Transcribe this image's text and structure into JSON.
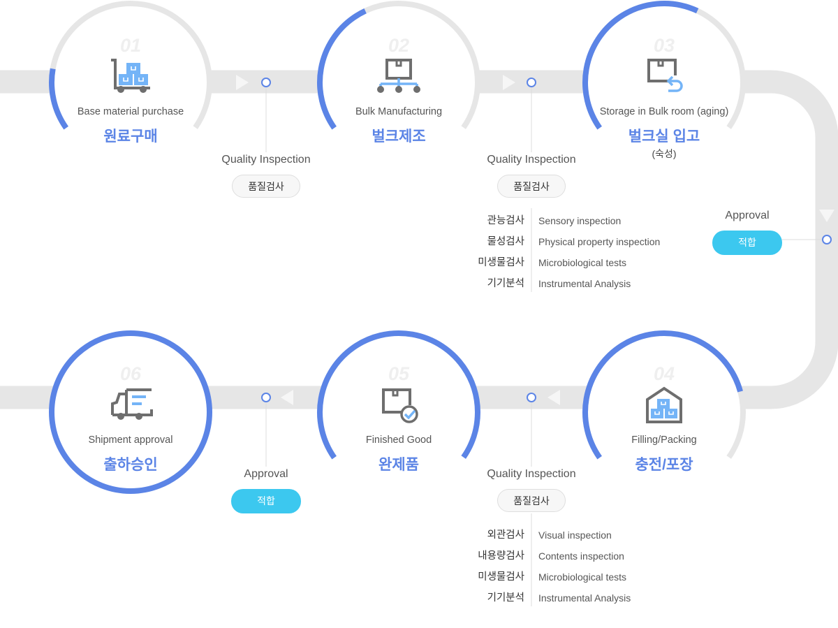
{
  "colors": {
    "accent": "#5b84e6",
    "track": "#e6e6e6",
    "approval": "#3cc8ef",
    "icon_gray": "#6e6e6e",
    "icon_blue": "#74b4f7"
  },
  "steps": [
    {
      "num": "01",
      "en": "Base material purchase",
      "ko": "원료구매",
      "sub": "",
      "icon": "cart-boxes-icon",
      "progress": 0.18
    },
    {
      "num": "02",
      "en": "Bulk Manufacturing",
      "ko": "벌크제조",
      "sub": "",
      "icon": "box-distribution-icon",
      "progress": 0.4
    },
    {
      "num": "03",
      "en": "Storage in Bulk room (aging)",
      "ko": "벌크실 입고",
      "sub": "(숙성)",
      "icon": "box-return-icon",
      "progress": 0.6
    },
    {
      "num": "04",
      "en": "Filling/Packing",
      "ko": "충전/포장",
      "sub": "",
      "icon": "warehouse-icon",
      "progress": 0.8
    },
    {
      "num": "05",
      "en": "Finished Good",
      "ko": "완제품",
      "sub": "",
      "icon": "box-check-icon",
      "progress": 1.0
    },
    {
      "num": "06",
      "en": "Shipment approval",
      "ko": "출하승인",
      "sub": "",
      "icon": "truck-icon",
      "progress": 1.0
    }
  ],
  "checkpoints": [
    {
      "label": "Quality Inspection",
      "badge": "품질검사"
    },
    {
      "label": "Quality Inspection",
      "badge": "품질검사",
      "tests": [
        {
          "ko": "관능검사",
          "en": "Sensory inspection"
        },
        {
          "ko": "물성검사",
          "en": "Physical property inspection"
        },
        {
          "ko": "미생물검사",
          "en": "Microbiological tests"
        },
        {
          "ko": "기기분석",
          "en": "Instrumental Analysis"
        }
      ]
    },
    {
      "label": "Approval",
      "badge": "적합"
    },
    {
      "label": "Quality Inspection",
      "badge": "품질검사",
      "tests": [
        {
          "ko": "외관검사",
          "en": "Visual inspection"
        },
        {
          "ko": "내용량검사",
          "en": "Contents inspection"
        },
        {
          "ko": "미생물검사",
          "en": "Microbiological tests"
        },
        {
          "ko": "기기분석",
          "en": "Instrumental Analysis"
        }
      ]
    },
    {
      "label": "Approval",
      "badge": "적합"
    }
  ]
}
